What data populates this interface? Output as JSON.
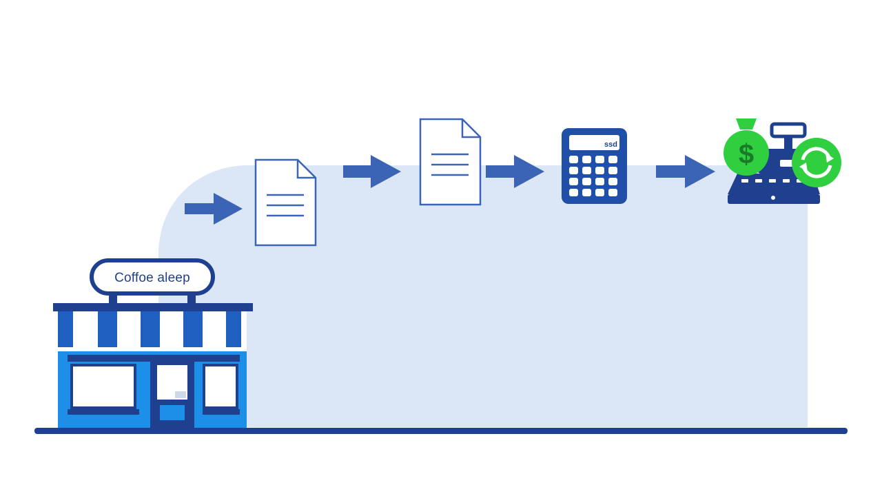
{
  "shop": {
    "sign_text": "Coffoe aleep"
  },
  "calculator": {
    "display_text": "ssd"
  },
  "colors": {
    "navy": "#1f3f8f",
    "blue": "#3b64b4",
    "light_blue": "#1e8fe8",
    "panel": "#dbe6f6",
    "green": "#2fcf3f",
    "floor": "#1f3f8f"
  },
  "flow": [
    {
      "step": "shop",
      "icon": "shop-icon"
    },
    {
      "step": "document",
      "icon": "document-icon"
    },
    {
      "step": "document",
      "icon": "document-icon"
    },
    {
      "step": "calculator",
      "icon": "calculator-icon"
    },
    {
      "step": "payment",
      "icon": "cash-register-icon"
    }
  ]
}
